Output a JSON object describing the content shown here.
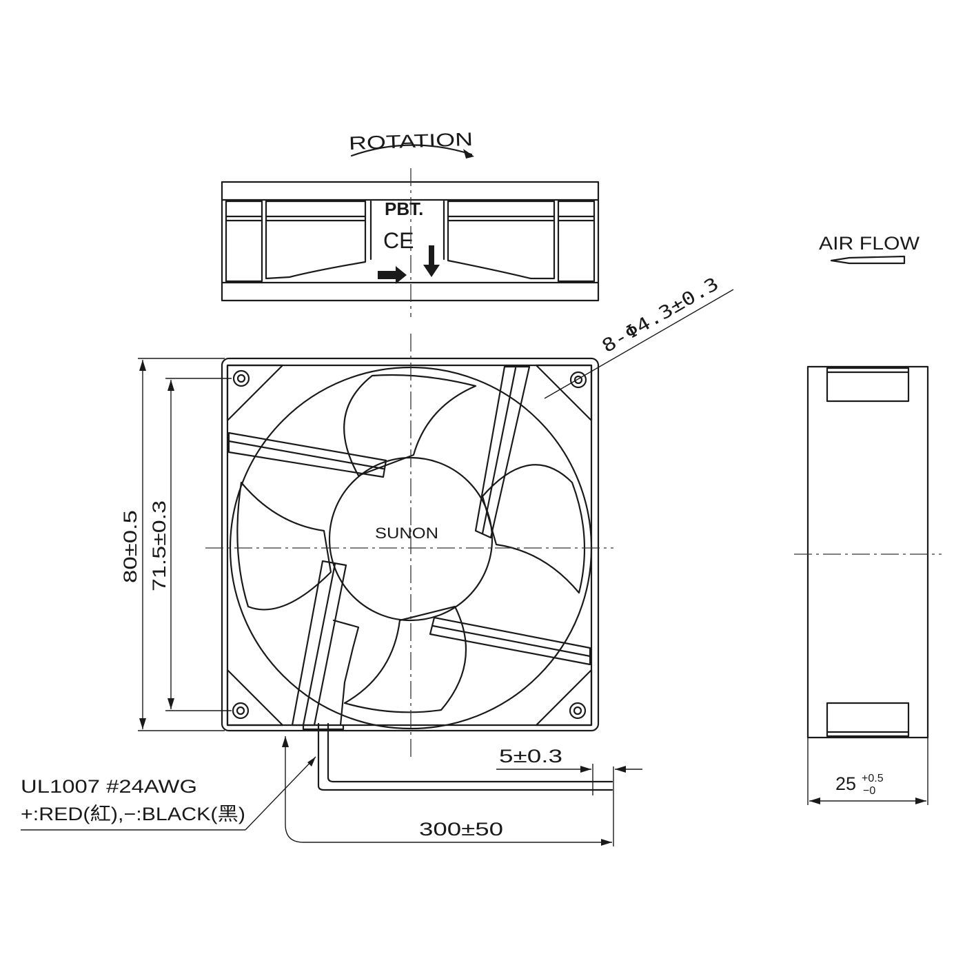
{
  "labels": {
    "rotation": "ROTATION",
    "material": "PBT.",
    "ce_mark": "CE",
    "brand": "SUNON",
    "air_flow": "AIR FLOW",
    "mount_holes": "8-Φ4.3±0.3",
    "height_outer": "80±0.5",
    "height_hole_pitch": "71.5±0.3",
    "wire_spec_line1": "UL1007  #24AWG",
    "wire_spec_line2": "+:RED(紅),−:BLACK(黑)",
    "wire_length": "300±50",
    "strip_length": "5±0.3",
    "thickness_base": "25",
    "thickness_tol_upper": "+0.5",
    "thickness_tol_lower": "−0"
  },
  "colors": {
    "line": "#1a1a1a",
    "background": "#ffffff"
  }
}
